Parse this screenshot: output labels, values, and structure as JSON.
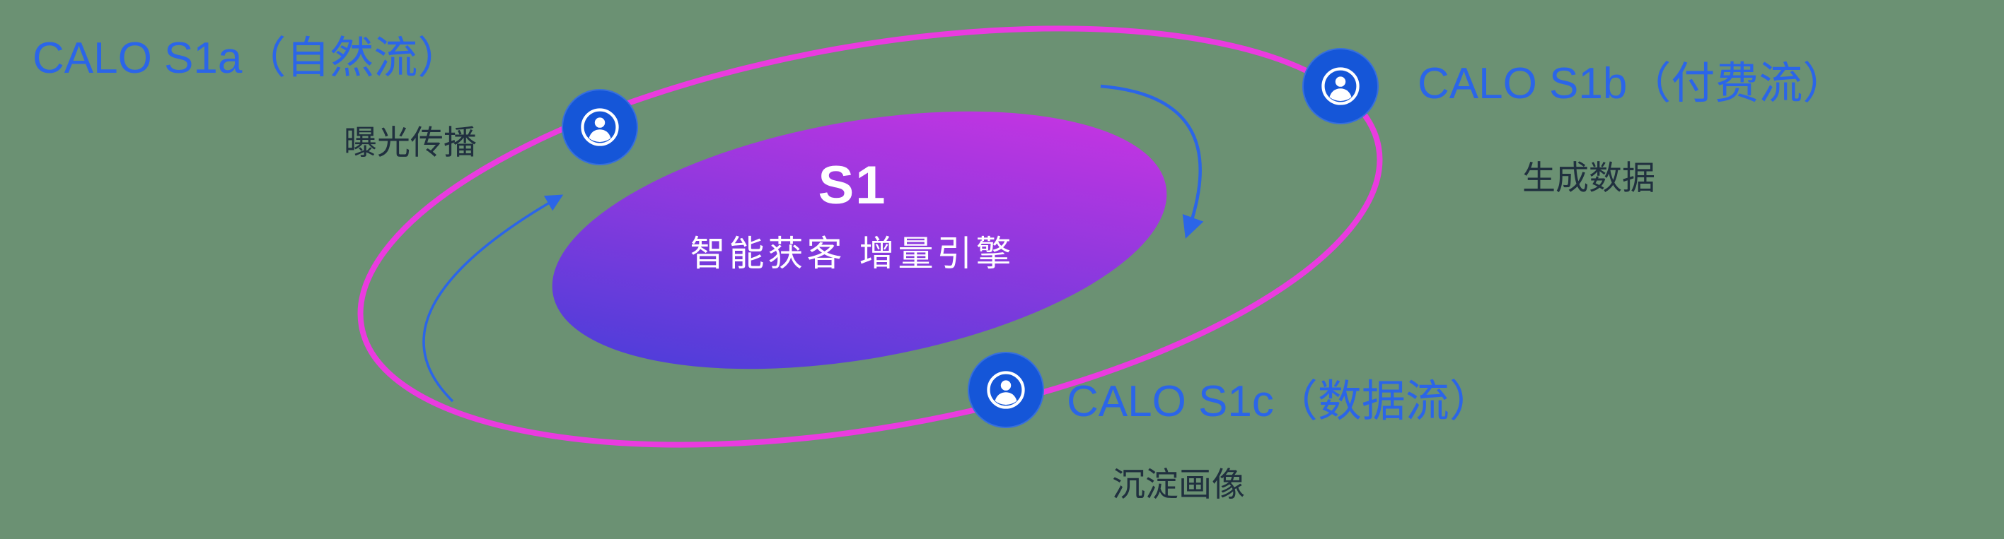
{
  "background_color": "#6b9173",
  "center": {
    "title": "S1",
    "subtitle": "智能获客  增量引擎",
    "gradient_start": "#3b3fd8",
    "gradient_end": "#d733e3"
  },
  "orbit": {
    "stroke_color": "#ea3bdf"
  },
  "nodes": [
    {
      "title": "CALO S1a（自然流）",
      "subtitle": "曝光传播",
      "icon": "user-icon"
    },
    {
      "title": "CALO S1b（付费流）",
      "subtitle": "生成数据",
      "icon": "user-icon"
    },
    {
      "title": "CALO S1c（数据流）",
      "subtitle": "沉淀画像",
      "icon": "user-icon"
    }
  ],
  "colors": {
    "title_blue": "#2b65e8",
    "subtitle_dark": "#20303f",
    "node_circle_blue": "#1556d8",
    "arrow_blue": "#2b65e8",
    "center_text_white": "#ffffff"
  }
}
